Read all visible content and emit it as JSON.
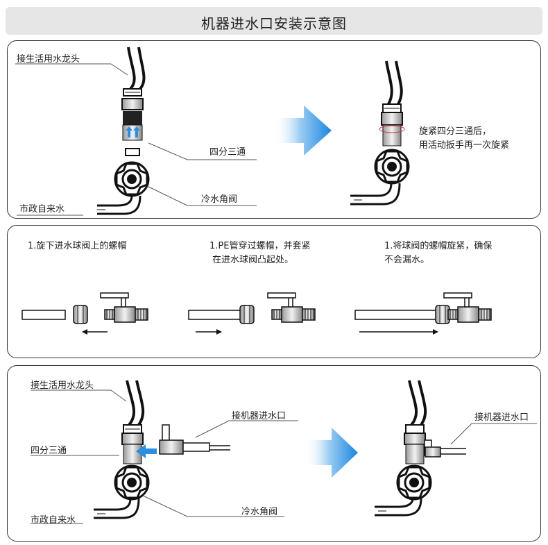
{
  "title": "机器进水口安装示意图",
  "panel1": {
    "faucet_label": "接生活用水龙头",
    "tee_label": "四分三通",
    "valve_label": "冷水角阀",
    "supply_label": "市政自来水",
    "tighten_line1": "旋紧四分三通后，",
    "tighten_line2": "用活动扳手再一次旋紧"
  },
  "panel2": {
    "step1": "1.旋下进水球阀上的螺帽",
    "step2_line1": "1.PE管穿过螺帽，并套紧",
    "step2_line2": "在进水球阀凸起处。",
    "step3_line1": "1.将球阀的螺帽旋紧，确保",
    "step3_line2": "不会漏水。"
  },
  "panel3": {
    "faucet_label": "接生活用水龙头",
    "inlet_label": "接机器进水口",
    "tee_label": "四分三通",
    "valve_label": "冷水角阀",
    "supply_label": "市政自来水",
    "inlet_label_right": "接机器进水口"
  },
  "colors": {
    "arrow_blue": "#2a8fe0",
    "panel_border": "#333333",
    "title_bg": "#e6e6e6"
  }
}
